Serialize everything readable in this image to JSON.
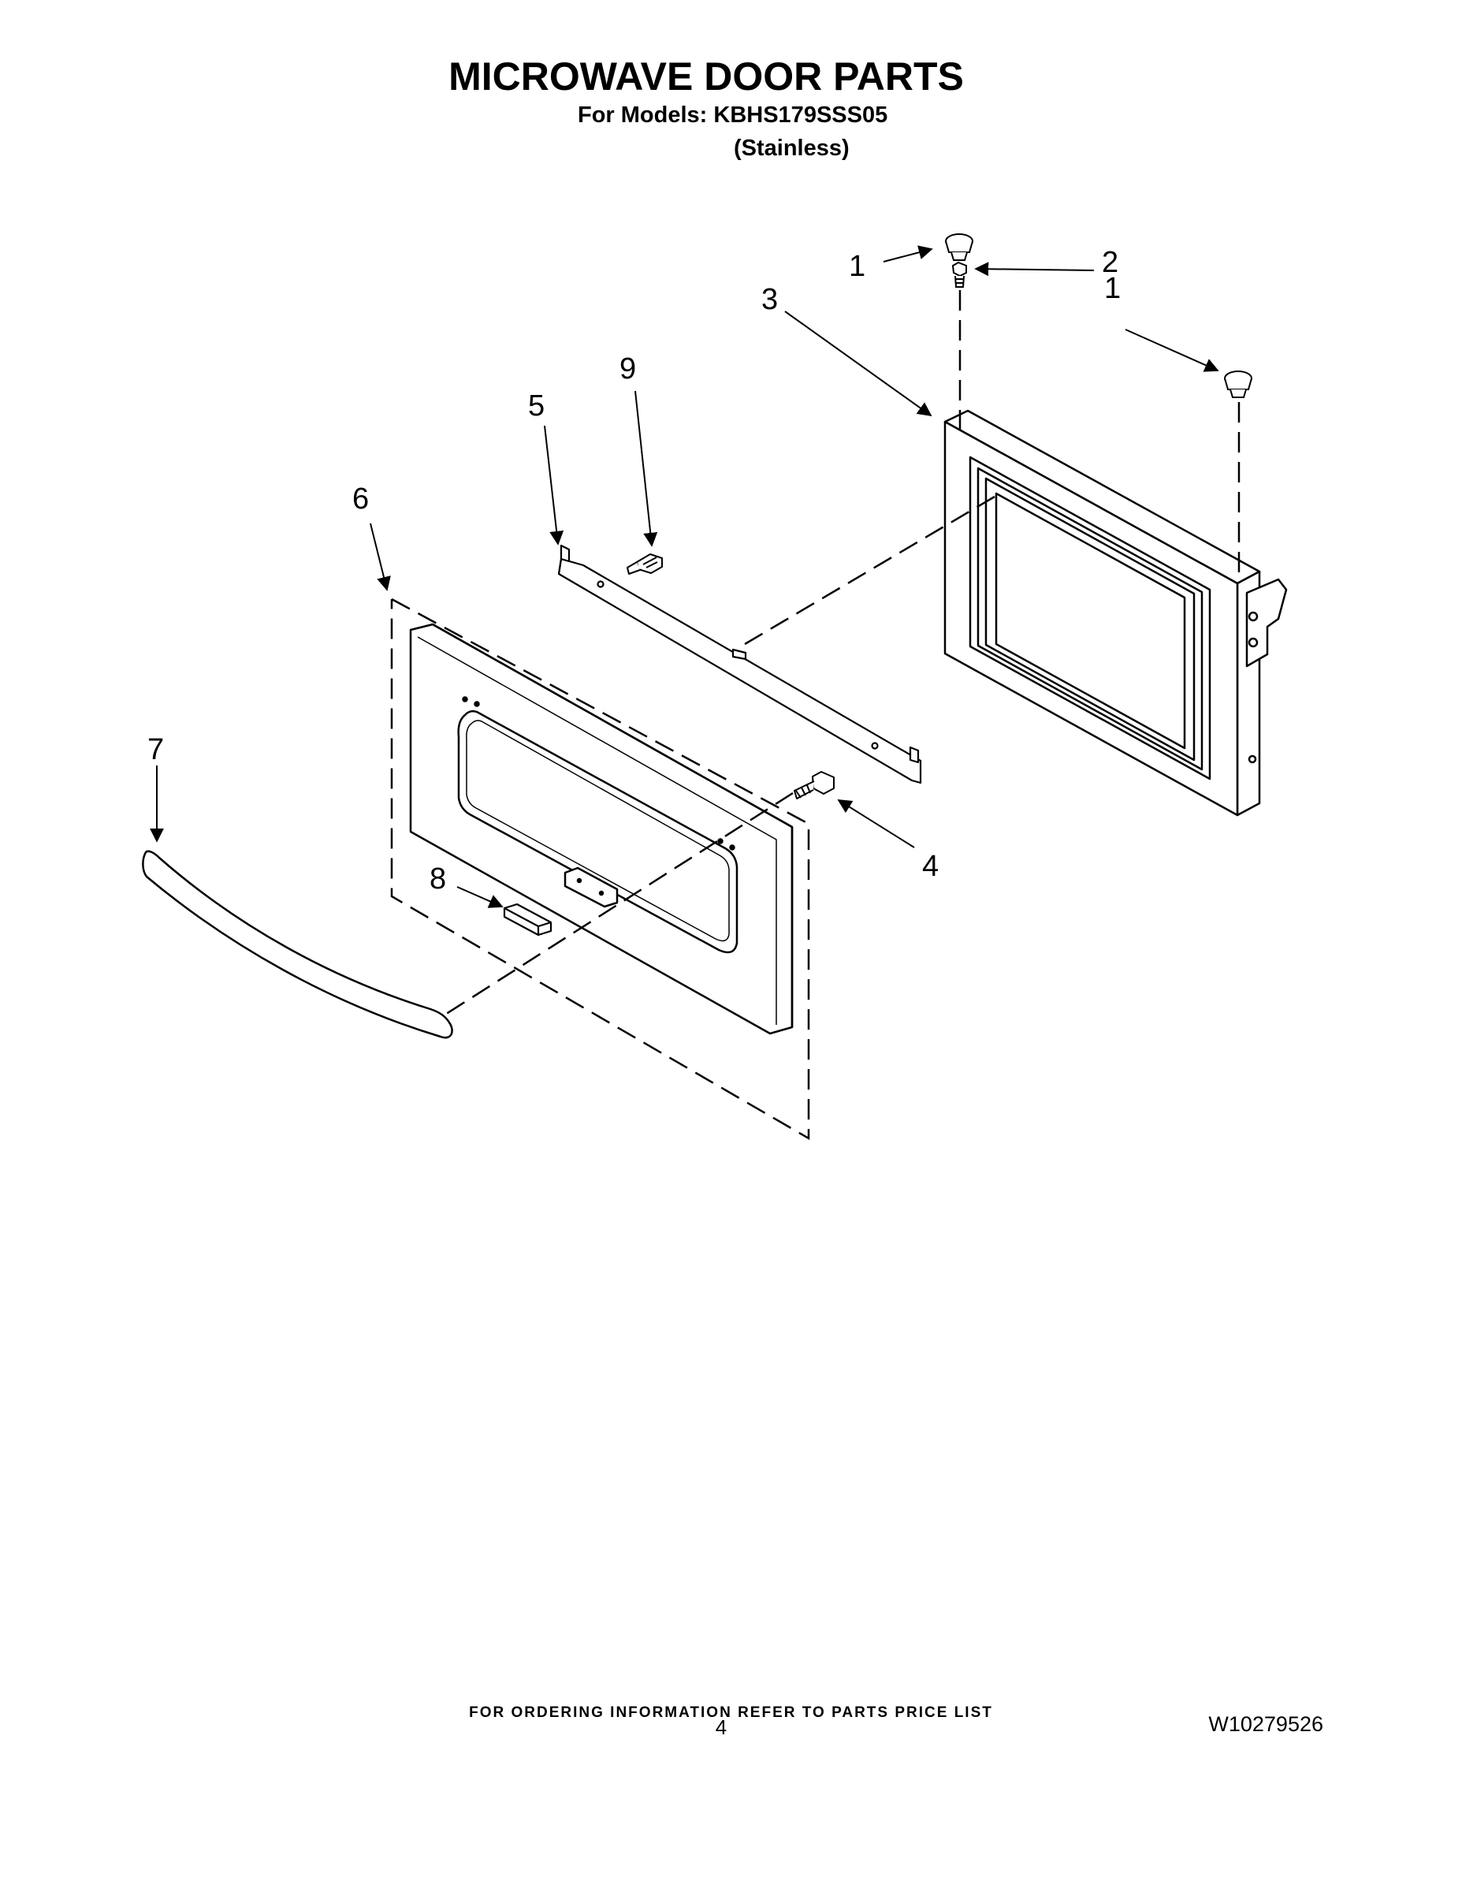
{
  "header": {
    "title": "MICROWAVE DOOR PARTS",
    "models_line": "For Models: KBHS179SSS05",
    "variant_line": "(Stainless)"
  },
  "callouts": {
    "part_1a": "1",
    "part_1b": "1",
    "part_2": "2",
    "part_3": "3",
    "part_4": "4",
    "part_5": "5",
    "part_6": "6",
    "part_7": "7",
    "part_8": "8",
    "part_9": "9"
  },
  "footer": {
    "ordering_note": "FOR ORDERING INFORMATION REFER TO PARTS PRICE LIST",
    "page_number": "4",
    "document_number": "W10279526"
  }
}
